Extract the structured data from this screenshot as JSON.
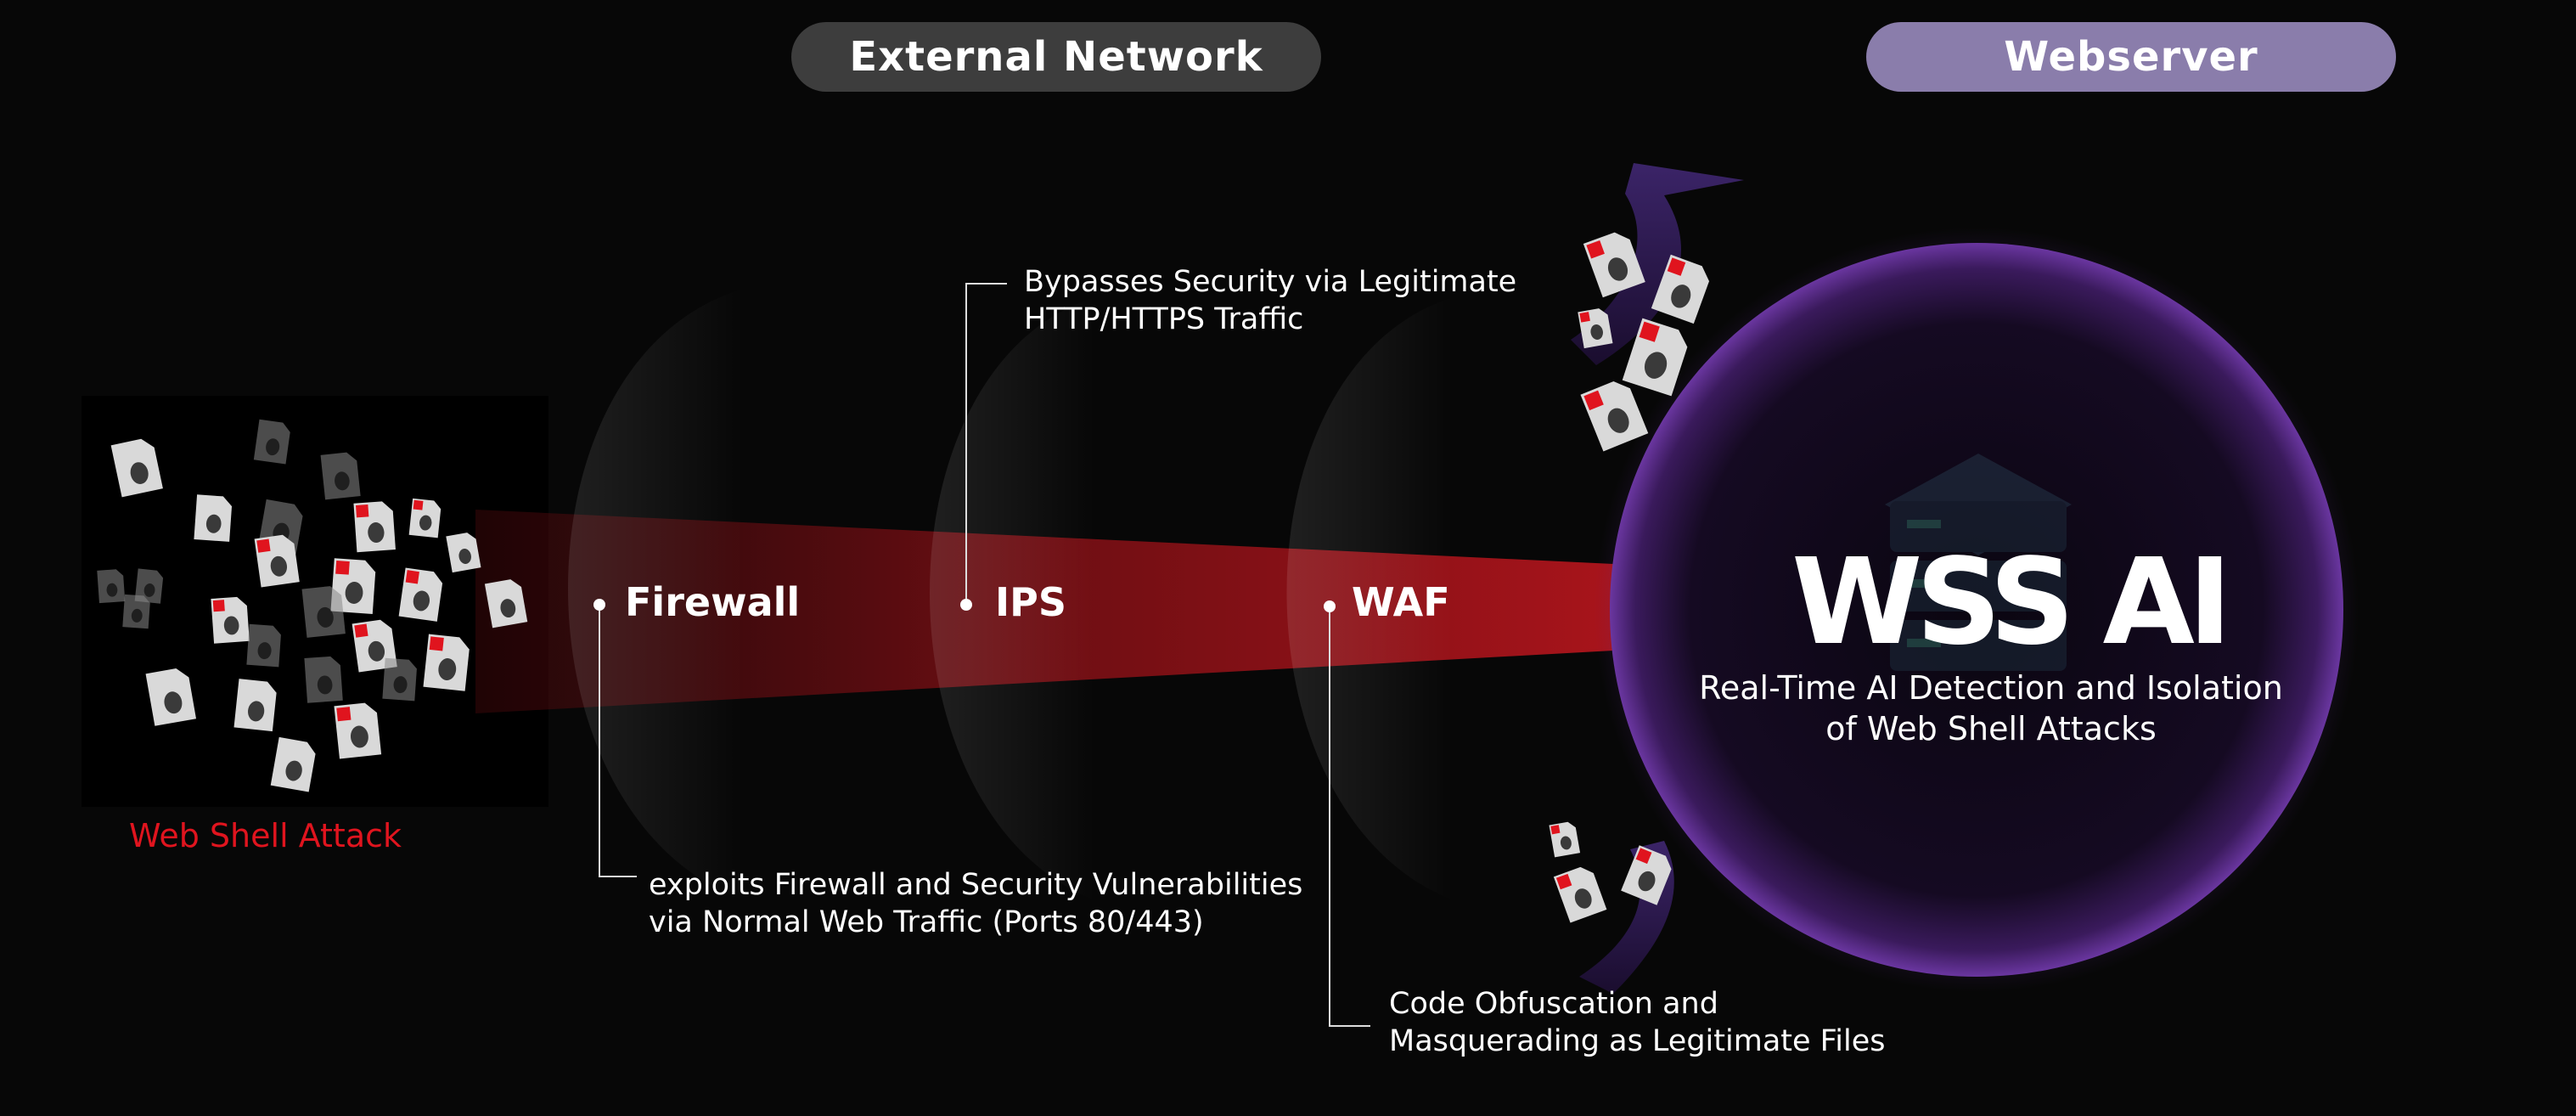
{
  "header": {
    "external_network": "External Network",
    "webserver": "Webserver"
  },
  "attack": {
    "label": "Web Shell Attack"
  },
  "layers": [
    {
      "name": "Firewall"
    },
    {
      "name": "IPS"
    },
    {
      "name": "WAF"
    }
  ],
  "notes": {
    "ips": [
      "Bypasses Security via Legitimate",
      "HTTP/HTTPS Traffic"
    ],
    "firewall": [
      "exploits Firewall and Security Vulnerabilities",
      "via Normal Web Traffic (Ports 80/443)"
    ],
    "waf": [
      "Code Obfuscation and",
      "Masquerading as Legitimate Files"
    ]
  },
  "product": {
    "title": "WSS AI",
    "subtitle": [
      "Real-Time AI Detection and Isolation",
      "of Web Shell Attacks"
    ]
  },
  "colors": {
    "background": "#070707",
    "attack_red": "#e0141e",
    "stream_red": "#9a1016",
    "webserver_accent": "#8a7dab",
    "sphere_purple": "#5a2a8a"
  }
}
